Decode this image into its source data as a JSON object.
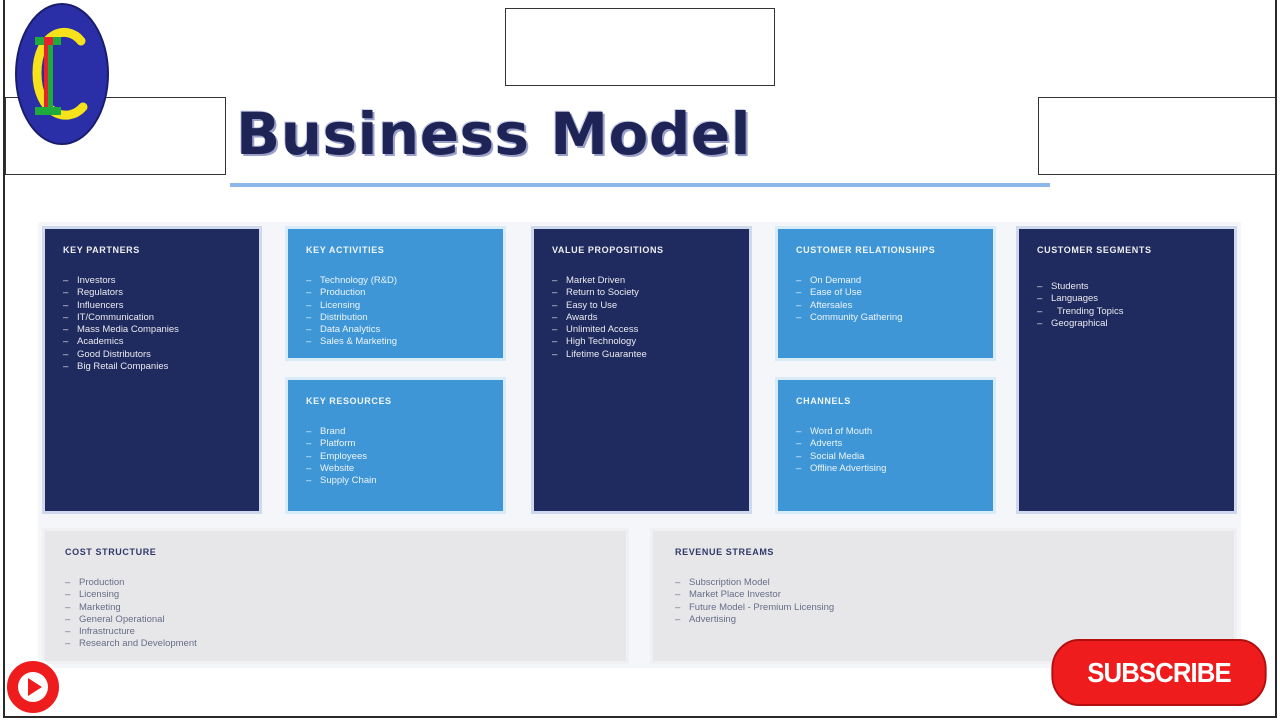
{
  "title": "Business Model",
  "logo": {
    "letters": "IC",
    "colors": {
      "outer": "#2a2fa8",
      "ring": "#f5e21a",
      "letter_i": "#1eaa3c",
      "letter_c": "#e8222a"
    }
  },
  "blocks": {
    "key_partners": {
      "title": "KEY PARTNERS",
      "items": [
        "Investors",
        "Regulators",
        "Influencers",
        "IT/Communication",
        "Mass Media Companies",
        "Academics",
        "Good Distributors",
        "Big Retail Companies"
      ]
    },
    "key_activities": {
      "title": "KEY ACTIVITIES",
      "items": [
        "Technology (R&D)",
        "Production",
        "Licensing",
        "Distribution",
        "Data Analytics",
        "Sales & Marketing"
      ]
    },
    "key_resources": {
      "title": "KEY RESOURCES",
      "items": [
        "Brand",
        "Platform",
        "Employees",
        "Website",
        "Supply Chain"
      ]
    },
    "value_propositions": {
      "title": "VALUE PROPOSITIONS",
      "items": [
        "Market Driven",
        "Return to Society",
        "Easy to Use",
        "Awards",
        "Unlimited Access",
        "High Technology",
        "Lifetime Guarantee"
      ]
    },
    "customer_relationships": {
      "title": "CUSTOMER RELATIONSHIPS",
      "items": [
        "On Demand",
        "Ease of Use",
        "Aftersales",
        "Community Gathering"
      ]
    },
    "channels": {
      "title": "CHANNELS",
      "items": [
        "Word of Mouth",
        "Adverts",
        "Social Media",
        "Offline Advertising"
      ]
    },
    "customer_segments": {
      "title": "CUSTOMER SEGMENTS",
      "items": [
        "Students",
        "Languages",
        "Trending Topics",
        "Geographical"
      ]
    },
    "cost_structure": {
      "title": "COST STRUCTURE",
      "items": [
        "Production",
        "Licensing",
        "Marketing",
        "General Operational",
        "Infrastructure",
        "Research and Development"
      ]
    },
    "revenue_streams": {
      "title": "REVENUE STREAMS",
      "items": [
        "Subscription Model",
        "Market Place Investor",
        "Future Model - Premium Licensing",
        "Advertising"
      ]
    }
  },
  "subscribe_button": {
    "label": "SUBSCRIBE",
    "color": "#ee1c1c"
  },
  "colors": {
    "dark_block": "#1f2a5e",
    "light_block": "#3e96d6",
    "grey_block": "#e7e7e9",
    "title": "#1e2456",
    "rule": "#8bb8e8"
  }
}
